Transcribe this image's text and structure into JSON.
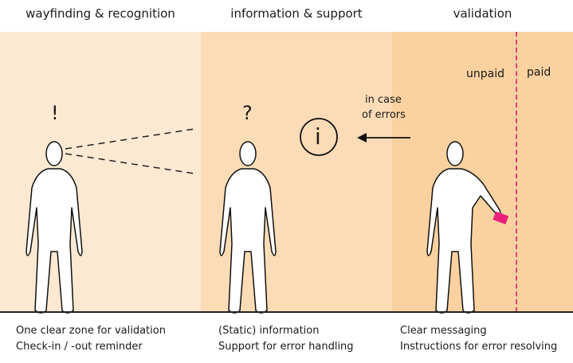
{
  "headings": {
    "wayfinding": "wayfinding & recognition",
    "information": "information & support",
    "validation": "validation"
  },
  "symbols": {
    "exclamation": "!",
    "question": "?",
    "info": "i"
  },
  "labels": {
    "errors_line1": "in case",
    "errors_line2": "of errors",
    "unpaid": "unpaid",
    "paid": "paid"
  },
  "captions": {
    "wayfinding": [
      "One clear zone for validation",
      "Check-in / -out reminder"
    ],
    "information": [
      "(Static) information",
      "Support for error handling"
    ],
    "validation": [
      "Clear messaging",
      "Instructions for error resolving"
    ]
  },
  "colors": {
    "zone1": "#fde9d2",
    "zone2": "#fcdcb6",
    "zone3": "#fbd1a0",
    "divider": "#e8407b",
    "card": "#e8207b"
  }
}
